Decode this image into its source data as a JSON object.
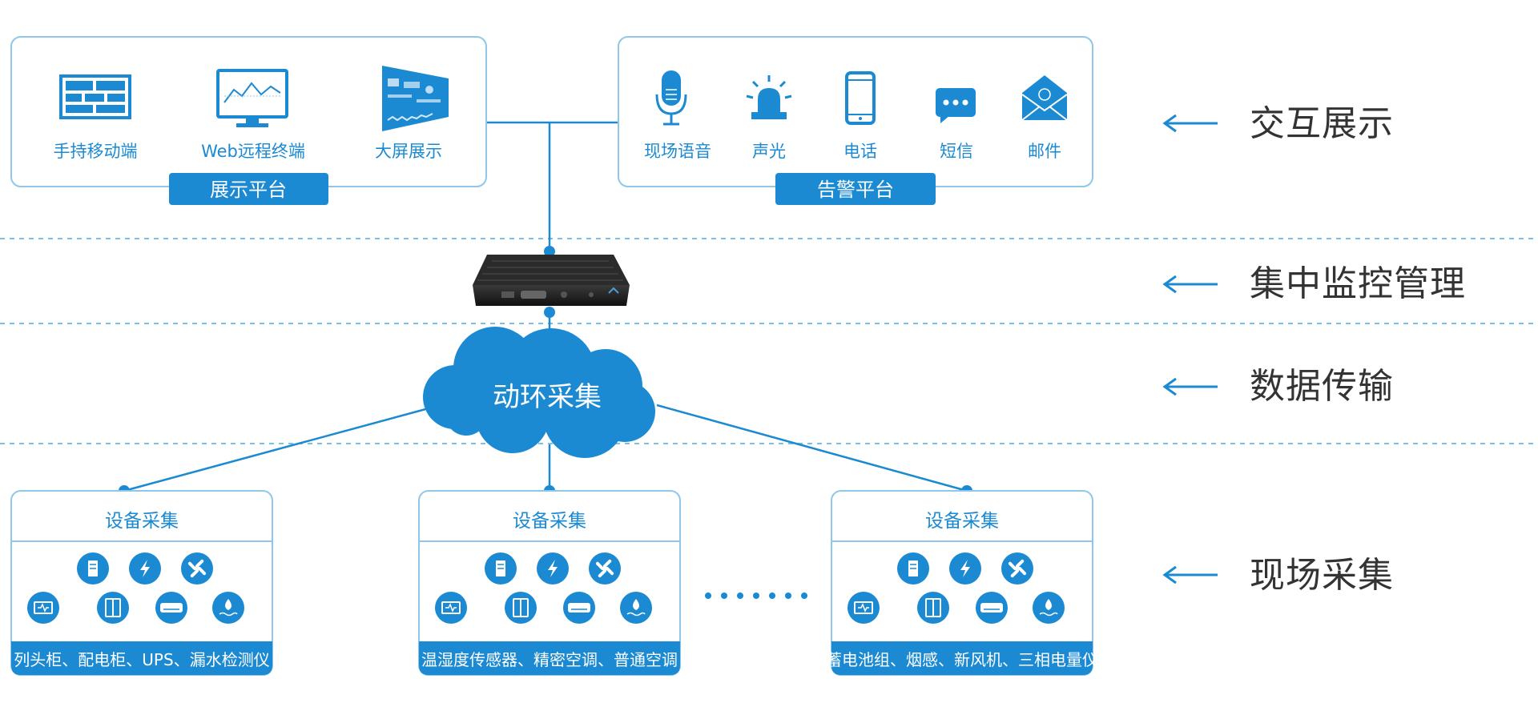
{
  "colors": {
    "primary": "#1b8ad3",
    "border": "#8ec7ea",
    "dash": "#7cc0e8",
    "text": "#333333"
  },
  "display_platform": {
    "title": "展示平台",
    "items": [
      {
        "icon": "mobile-terminal-icon",
        "label": "手持移动端"
      },
      {
        "icon": "web-monitor-icon",
        "label": "Web远程终端"
      },
      {
        "icon": "big-screen-icon",
        "label": "大屏展示"
      }
    ]
  },
  "alarm_platform": {
    "title": "告警平台",
    "items": [
      {
        "icon": "microphone-icon",
        "label": "现场语音"
      },
      {
        "icon": "alarm-light-icon",
        "label": "声光"
      },
      {
        "icon": "phone-icon",
        "label": "电话"
      },
      {
        "icon": "sms-bubble-icon",
        "label": "短信"
      },
      {
        "icon": "email-icon",
        "label": "邮件"
      }
    ]
  },
  "cloud": {
    "label": "动环采集"
  },
  "device_groups": [
    {
      "title": "设备采集",
      "footer": "列头柜、配电柜、UPS、漏水检测仪"
    },
    {
      "title": "设备采集",
      "footer": "温湿度传感器、精密空调、普通空调"
    },
    {
      "title": "设备采集",
      "footer": "蓄电池组、烟感、新风机、三相电量仪"
    }
  ],
  "device_icons": [
    "cabinet-icon",
    "power-icon",
    "fan-icon",
    "battery-icon",
    "door-icon",
    "air-conditioner-icon",
    "water-leak-icon"
  ],
  "layers": [
    {
      "label": "交互展示"
    },
    {
      "label": "集中监控管理"
    },
    {
      "label": "数据传输"
    },
    {
      "label": "现场采集"
    }
  ]
}
